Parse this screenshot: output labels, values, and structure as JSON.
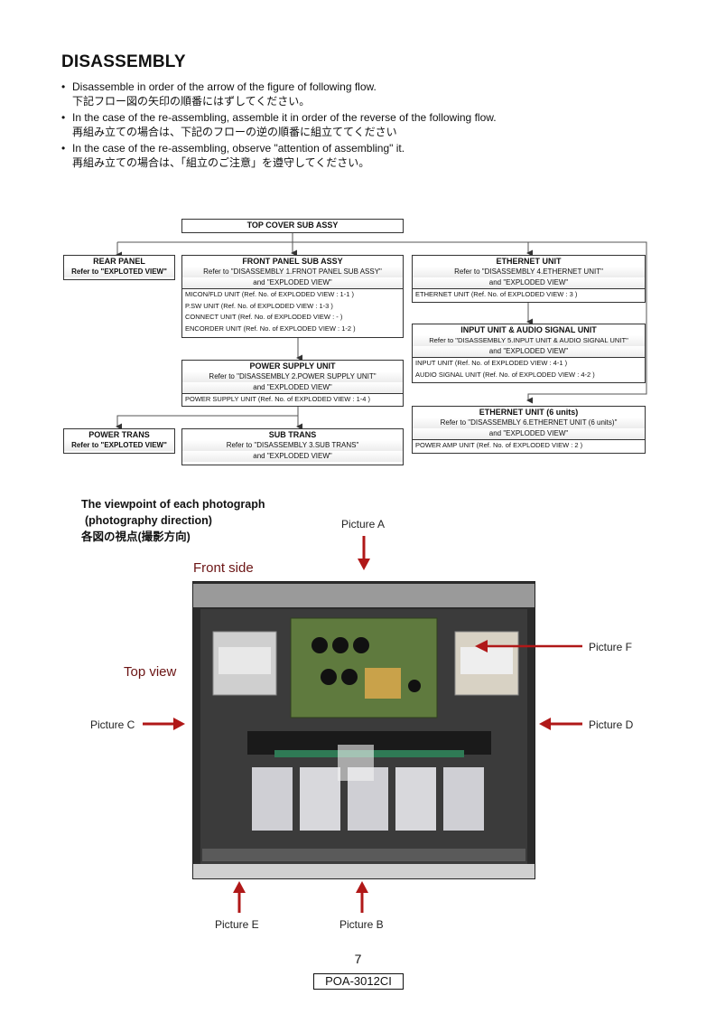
{
  "title": "DISASSEMBLY",
  "bullets": [
    {
      "en": "Disassemble in order of the arrow of the figure of following flow.",
      "ja": "下記フロー図の矢印の順番にはずしてください。"
    },
    {
      "en": "In the case of the re-assembling, assemble it in order of the reverse of the following flow.",
      "ja": "再組み立ての場合は、下記のフローの逆の順番に組立ててください"
    },
    {
      "en": "In the case of the re-assembling, observe \"attention of assembling\" it.",
      "ja": "再組み立ての場合は、「組立のご注意」を遵守してください。"
    }
  ],
  "flow": {
    "top_cover": "TOP COVER SUB ASSY",
    "rear_panel": {
      "title": "REAR PANEL",
      "ref": "Refer to \"EXPLOTED VIEW\""
    },
    "front_panel": {
      "title": "FRONT PANEL SUB ASSY",
      "ref1": "Refer to \"DISASSEMBLY 1.FRNOT PANEL SUB ASSY\"",
      "ref2": "and \"EXPLODED VIEW\"",
      "lines": [
        "MICON/FLD UNIT (Ref. No. of EXPLODED VIEW : 1-1 )",
        "P.SW UNIT (Ref. No. of EXPLODED VIEW : 1-3 )",
        "CONNECT UNIT (Ref. No. of EXPLODED VIEW :  - )",
        "ENCORDER UNIT (Ref. No. of EXPLODED VIEW : 1-2 )"
      ]
    },
    "ethernet_unit": {
      "title": "ETHERNET UNIT",
      "ref1": "Refer to \"DISASSEMBLY 4.ETHERNET UNIT\"",
      "ref2": "and \"EXPLODED VIEW\"",
      "lines": [
        "ETHERNET UNIT (Ref. No. of EXPLODED VIEW : 3 )"
      ]
    },
    "input_unit": {
      "title": "INPUT UNIT & AUDIO SIGNAL UNIT",
      "ref1": "Refer to \"DISASSEMBLY 5.INPUT UNIT & AUDIO SIGNAL UNIT\"",
      "ref2": "and \"EXPLODED VIEW\"",
      "lines": [
        "INPUT UNIT (Ref. No. of EXPLODED VIEW : 4-1 )",
        "AUDIO SIGNAL UNIT (Ref. No. of EXPLODED VIEW : 4-2 )"
      ]
    },
    "power_supply": {
      "title": "POWER SUPPLY UNIT",
      "ref1": "Refer to \"DISASSEMBLY 2.POWER SUPPLY UNIT\"",
      "ref2": "and \"EXPLODED VIEW\"",
      "lines": [
        "POWER SUPPLY UNIT (Ref. No. of EXPLODED VIEW : 1-4 )"
      ]
    },
    "ethernet_6": {
      "title": "ETHERNET UNIT (6 units)",
      "ref1": "Refer to \"DISASSEMBLY 6.ETHERNET UNIT (6 units)\"",
      "ref2": "and \"EXPLODED VIEW\"",
      "lines": [
        "POWER AMP UNIT (Ref. No. of EXPLODED VIEW : 2 )"
      ]
    },
    "power_trans": {
      "title": "POWER TRANS",
      "ref": "Refer to \"EXPLOTED VIEW\""
    },
    "sub_trans": {
      "title": "SUB TRANS",
      "ref1": "Refer to \"DISASSEMBLY 3.SUB TRANS\"",
      "ref2": "and \"EXPLODED VIEW\""
    }
  },
  "viewpoint": {
    "line1": "The viewpoint of each photograph",
    "line2": "(photography direction)",
    "line3": "各図の視点(撮影方向)"
  },
  "photo_labels": {
    "front_side": "Front side",
    "top_view": "Top view",
    "a": "Picture A",
    "b": "Picture B",
    "c": "Picture C",
    "d": "Picture D",
    "e": "Picture E",
    "f": "Picture F"
  },
  "arrow_color": "#b01818",
  "page_number": "7",
  "model": "POA-3012CI"
}
